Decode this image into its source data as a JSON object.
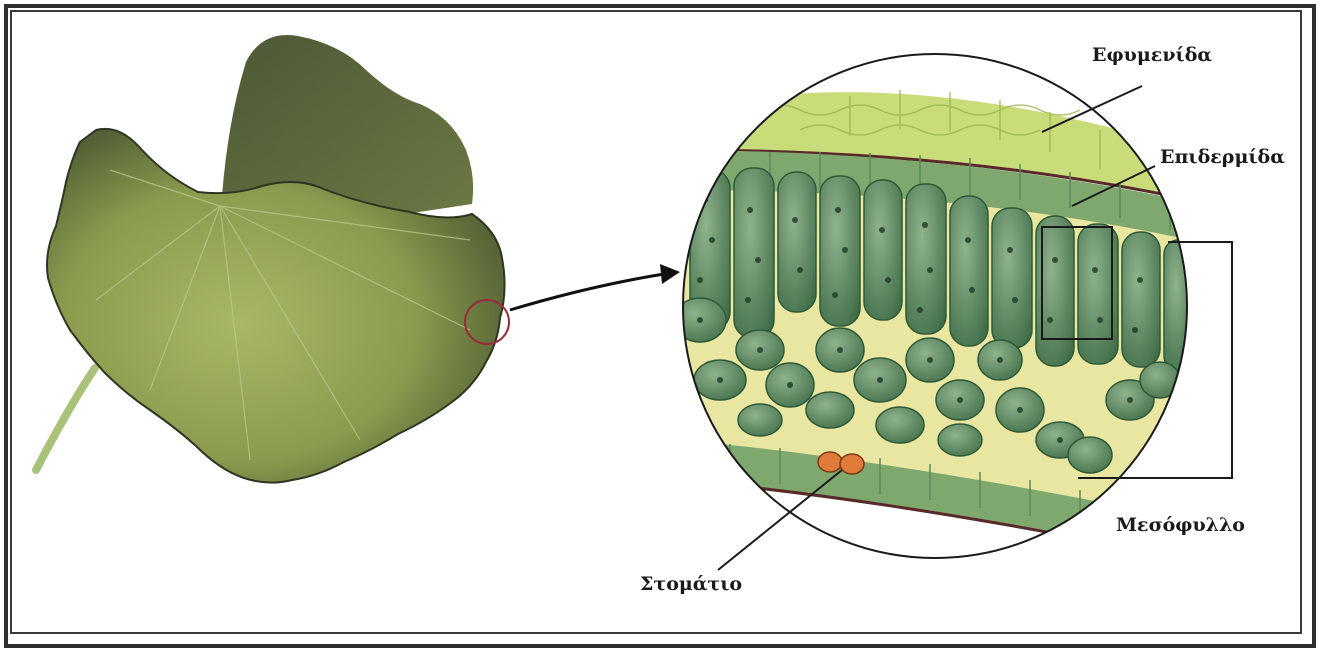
{
  "labels": {
    "cuticle": "Εφυμενίδα",
    "epidermis": "Επιδερμίδα",
    "mesophyll": "Μεσόφυλλο",
    "stoma": "Στομάτιο"
  },
  "colors": {
    "leaf_light": "#9db15a",
    "leaf_dark": "#3d4a2a",
    "cell_green": "#5f8a5c",
    "cell_dark": "#3e6a45",
    "background_yellow": "#e8e6a0",
    "cuticle_green": "#c9dc7a",
    "stoma_orange": "#e07a3a"
  }
}
